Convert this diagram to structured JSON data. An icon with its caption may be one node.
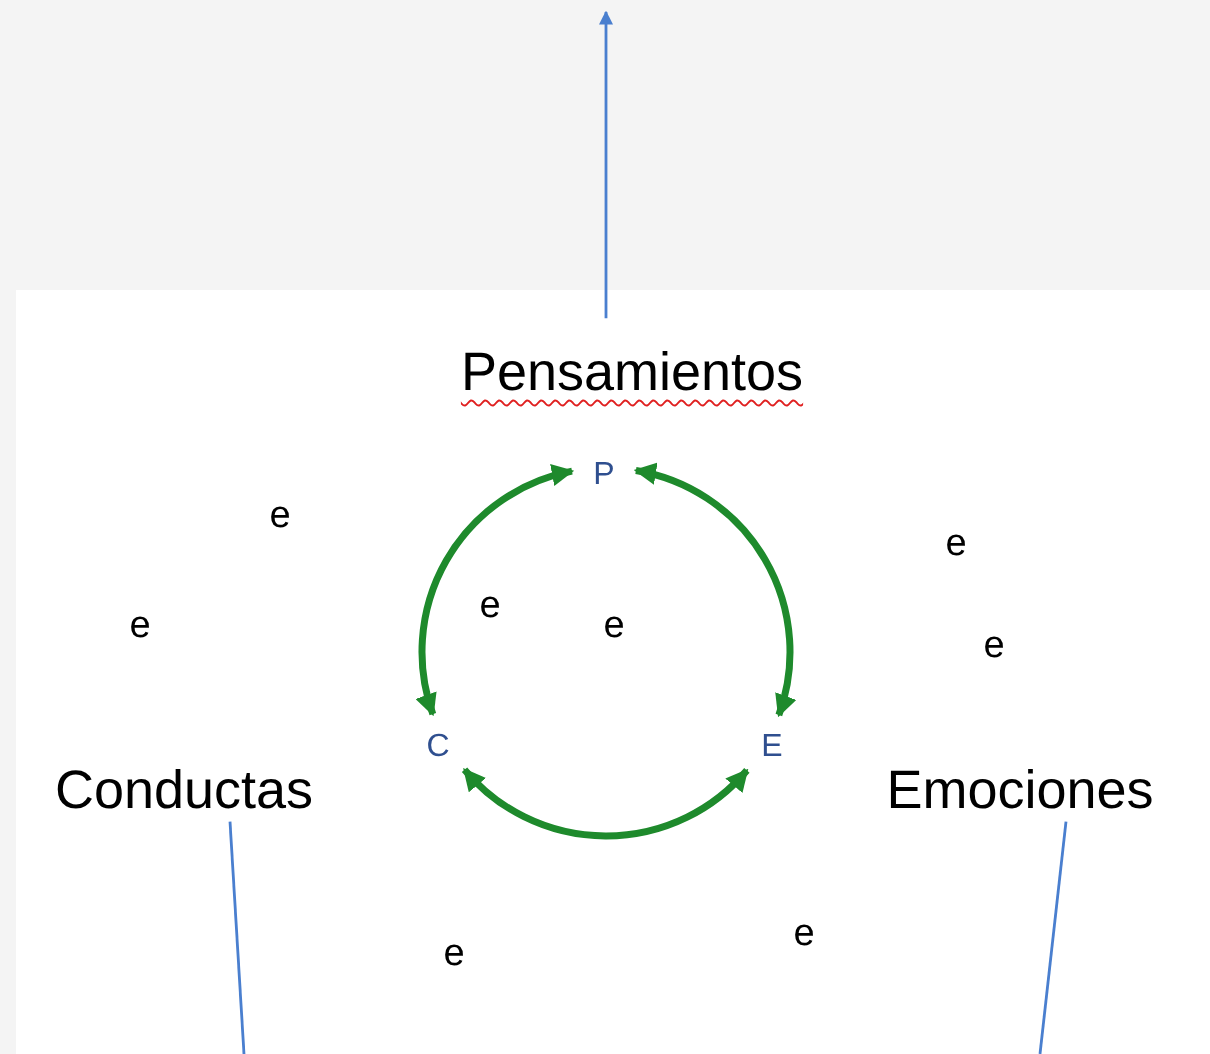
{
  "diagram": {
    "nodes": [
      {
        "text": [
          "Pensamientos"
        ]
      },
      {
        "text": [
          "Conductas"
        ]
      },
      {
        "text": [
          "Emociones"
        ]
      },
      {
        "text": [
          "P"
        ]
      },
      {
        "text": [
          "C"
        ]
      },
      {
        "text": [
          "E"
        ]
      }
    ],
    "edges": [
      {
        "from": 0,
        "to": null,
        "arrow": "to"
      },
      {
        "from": 1,
        "to": null,
        "arrow": "none"
      },
      {
        "from": 2,
        "to": null,
        "arrow": "none"
      },
      {
        "from": 3,
        "to": 4,
        "arrow": "both",
        "style": "thick",
        "color": "#1e8a2c"
      },
      {
        "from": 3,
        "to": 5,
        "arrow": "both",
        "style": "thick",
        "color": "#1e8a2c"
      },
      {
        "from": 4,
        "to": 5,
        "arrow": "both",
        "style": "thick",
        "color": "#1e8a2c"
      }
    ],
    "labels": [
      "e",
      "e",
      "e",
      "e",
      "e",
      "e",
      "e",
      "e"
    ]
  }
}
